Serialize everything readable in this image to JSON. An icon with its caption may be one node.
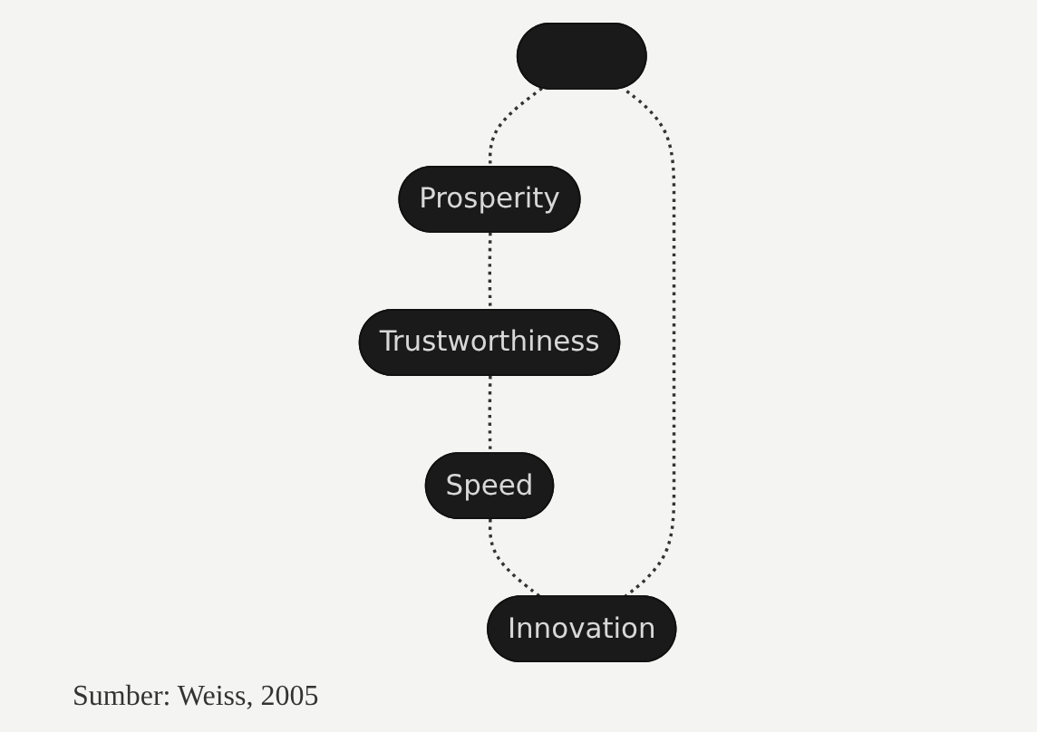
{
  "diagram": {
    "caption": "Sumber: Weiss, 2005",
    "nodes": [
      {
        "text": [],
        "shape": "ellipse"
      },
      {
        "text": [
          "Innovation"
        ]
      },
      {
        "text": [
          "Prosperity"
        ]
      },
      {
        "text": [
          "Speed"
        ]
      },
      {
        "text": [
          "Trustworthiness"
        ]
      }
    ],
    "edges": [
      {
        "from": 0,
        "to": 2,
        "arrow": "none",
        "style": "dashed"
      },
      {
        "from": 2,
        "to": 4,
        "arrow": "none",
        "style": "dashed"
      },
      {
        "from": 4,
        "to": 3,
        "arrow": "none",
        "style": "dashed"
      },
      {
        "from": 3,
        "to": 1,
        "arrow": "none",
        "style": "dashed"
      },
      {
        "from": 1,
        "to": 0,
        "arrow": "none",
        "style": "dashed"
      }
    ]
  }
}
